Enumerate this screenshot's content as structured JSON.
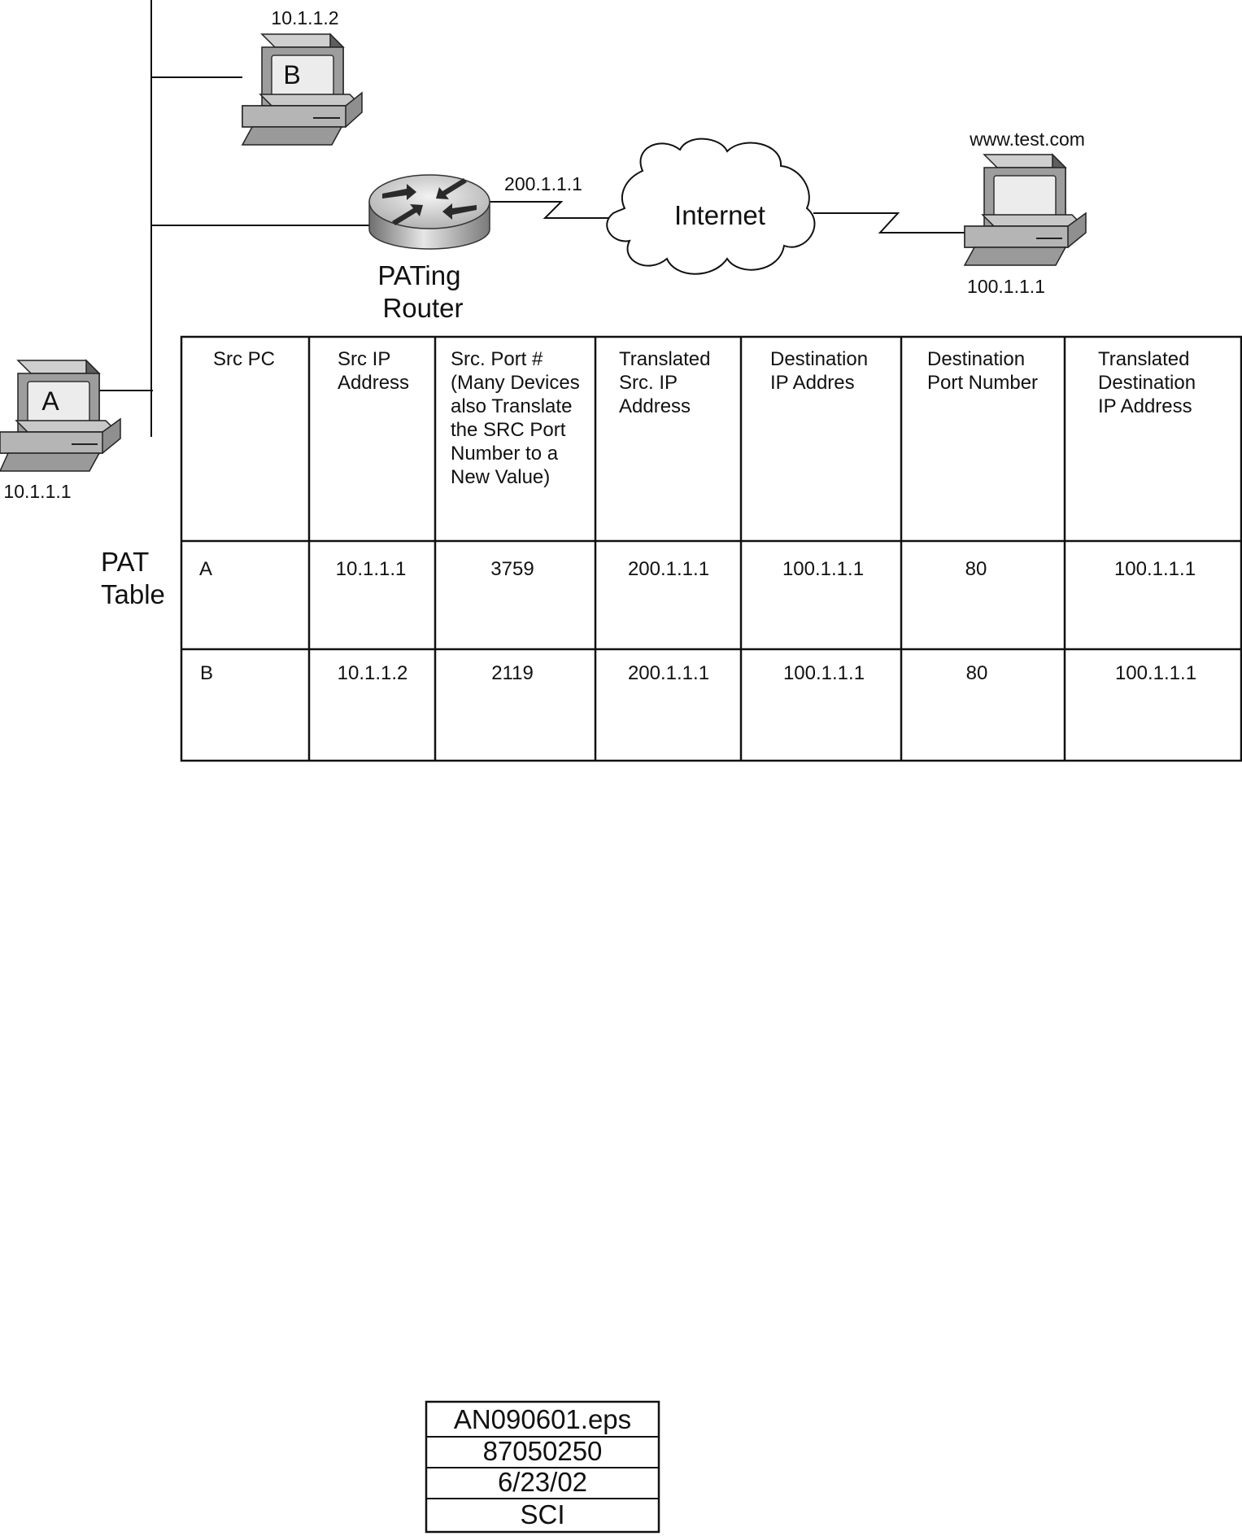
{
  "nodes": {
    "pc_b": {
      "letter": "B",
      "ip": "10.1.1.2"
    },
    "pc_a": {
      "letter": "A",
      "ip": "10.1.1.1"
    },
    "router": {
      "label_lines": [
        "PATing",
        "Router"
      ],
      "wan_ip": "200.1.1.1"
    },
    "internet": {
      "label": "Internet"
    },
    "server": {
      "hostname": "www.test.com",
      "ip": "100.1.1.1"
    }
  },
  "pat_table": {
    "caption_lines": [
      "PAT",
      "Table"
    ],
    "headers": [
      [
        "Src PC"
      ],
      [
        "Src IP",
        "Address"
      ],
      [
        "Src. Port #",
        "(Many Devices",
        "also Translate",
        "the SRC Port",
        "Number to a",
        "New Value)"
      ],
      [
        "Translated",
        "Src. IP",
        "Address"
      ],
      [
        "Destination",
        "IP Addres"
      ],
      [
        "Destination",
        "Port Number"
      ],
      [
        "Translated",
        "Destination",
        "IP Address"
      ]
    ],
    "rows": [
      [
        "A",
        "10.1.1.1",
        "3759",
        "200.1.1.1",
        "100.1.1.1",
        "80",
        "100.1.1.1"
      ],
      [
        "B",
        "10.1.1.2",
        "2119",
        "200.1.1.1",
        "100.1.1.1",
        "80",
        "100.1.1.1"
      ]
    ]
  },
  "file_stamp": [
    "AN090601.eps",
    "87050250",
    "6/23/02",
    "SCI"
  ]
}
